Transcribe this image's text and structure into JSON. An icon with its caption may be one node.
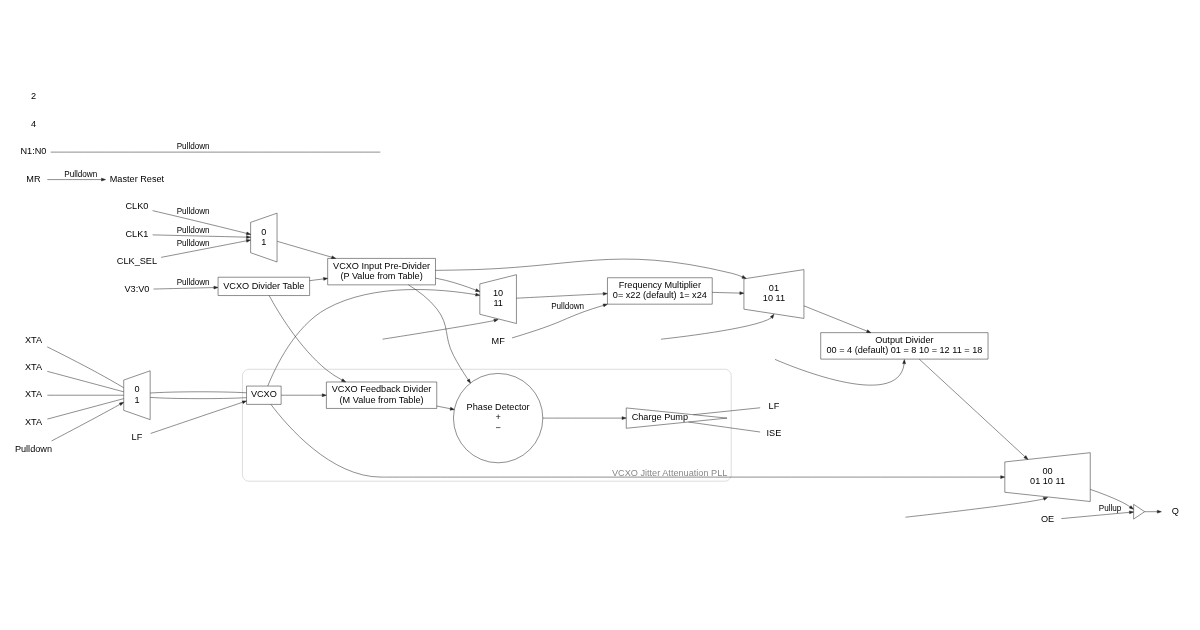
{
  "diagram": {
    "nodes": [
      {
        "text": [
          "CLK0"
        ]
      },
      {
        "text": [
          "CLK1"
        ]
      },
      {
        "text": [
          "CLK_SEL"
        ]
      },
      {
        "text": [
          "V3:V0"
        ]
      },
      {
        "text": [
          "MR"
        ]
      },
      {
        "text": [
          "MF"
        ]
      },
      {
        "text": [
          "N1:N0"
        ]
      },
      {
        "text": [
          "0",
          "1"
        ]
      },
      {
        "text": [
          "VCXO Input Pre-Divider",
          "(P Value from Table)"
        ]
      },
      {
        "text": [
          "VCXO Divider Table"
        ]
      },
      {
        "text": [
          "VCXO Jitter Attenuation PLL"
        ]
      },
      {
        "text": [
          "Phase Detector",
          "+",
          "−"
        ],
        "in": 10
      },
      {
        "text": [
          "Charge Pump"
        ],
        "in": 10
      },
      {
        "text": [
          "VCXO"
        ],
        "in": 10
      },
      {
        "text": [
          "VCXO Feedback Divider",
          "(M Value from Table)"
        ],
        "in": 10
      },
      {
        "text": [
          "0",
          "1"
        ]
      },
      {
        "text": [
          "ISE"
        ]
      },
      {
        "text": [
          "LF"
        ]
      },
      {
        "text": [
          "LF"
        ]
      },
      {
        "text": [
          "XTA"
        ]
      },
      {
        "text": [
          "XTA"
        ]
      },
      {
        "text": [
          "XTA"
        ]
      },
      {
        "text": [
          "XTA"
        ]
      },
      {
        "text": [
          "Pulldown"
        ]
      },
      {
        "text": [
          "10",
          "11"
        ]
      },
      {
        "text": [
          "Frequency Multiplier",
          "0= x22 (default) 1= x24"
        ]
      },
      {
        "text": [
          "01",
          "10 11"
        ]
      },
      {
        "text": [
          "Output Divider",
          "00 = 4 (default) 01 = 8 10 = 12 11 = 18"
        ]
      },
      {
        "text": [
          "00",
          "01 10 11"
        ]
      },
      {
        "text": [],
        "shape": "triangle"
      },
      {
        "text": [
          "Q"
        ]
      },
      {
        "text": [
          "OE"
        ]
      },
      {
        "text": [
          "Master Reset"
        ]
      }
    ],
    "edges": [
      {
        "from": 0,
        "to": 7,
        "arrow": "to",
        "label": "Pulldown"
      },
      {
        "from": 1,
        "to": 7,
        "arrow": "to",
        "label": "Pulldown"
      },
      {
        "from": 2,
        "to": 7,
        "arrow": "to",
        "label": "Pulldown"
      },
      {
        "from": 3,
        "to": 9,
        "arrow": "to",
        "label": "Pulldown"
      },
      {
        "from": 7,
        "to": 8,
        "arrow": "to"
      },
      {
        "from": 9,
        "to": 8,
        "arrow": "to"
      },
      {
        "from": 9,
        "to": 14,
        "arrow": "to"
      },
      {
        "from": 8,
        "to": 11,
        "arrow": "to"
      },
      {
        "from": 11,
        "to": 12,
        "arrow": "to"
      },
      {
        "from": 12,
        "to": 16,
        "arrow": "none"
      },
      {
        "from": 12,
        "to": 17,
        "arrow": "none"
      },
      {
        "from": 18,
        "to": 13,
        "arrow": "to"
      },
      {
        "from": 19,
        "to": 15,
        "arrow": "none"
      },
      {
        "from": 20,
        "to": 15,
        "arrow": "none"
      },
      {
        "from": 21,
        "to": 15,
        "arrow": "none"
      },
      {
        "from": 22,
        "to": 15,
        "arrow": "none"
      },
      {
        "from": 23,
        "to": 15,
        "arrow": "to"
      },
      {
        "from": 15,
        "to": 13,
        "arrow": "none"
      },
      {
        "from": 15,
        "to": 13,
        "arrow": "none"
      },
      {
        "from": 13,
        "to": 14,
        "arrow": "to"
      },
      {
        "from": 14,
        "to": 11,
        "arrow": "to"
      },
      {
        "from": 8,
        "to": 24,
        "arrow": "to"
      },
      {
        "from": 8,
        "to": 26,
        "arrow": "to"
      },
      {
        "from": 13,
        "to": 24,
        "arrow": "to"
      },
      {
        "from": 13,
        "to": 28,
        "arrow": "to"
      },
      {
        "from": 24,
        "to": 25,
        "arrow": "to"
      },
      {
        "from": 25,
        "to": 26,
        "arrow": "to"
      },
      {
        "from": 26,
        "to": 27,
        "arrow": "to"
      },
      {
        "from": 27,
        "to": 28,
        "arrow": "to"
      },
      {
        "from": 28,
        "to": 29,
        "arrow": "to"
      },
      {
        "from": 29,
        "to": 30,
        "arrow": "to"
      },
      {
        "from": 31,
        "to": 29,
        "arrow": "to",
        "label": "Pullup"
      },
      {
        "from": 4,
        "to": 32,
        "arrow": "to",
        "label": "Pulldown"
      },
      {
        "from": 5,
        "to": 25,
        "arrow": "to",
        "label": "Pulldown"
      },
      {
        "from": 6,
        "to": null,
        "arrow": "none",
        "label": "Pulldown"
      },
      {
        "from": null,
        "to": 24,
        "arrow": "to"
      },
      {
        "from": null,
        "to": 26,
        "arrow": "to"
      },
      {
        "from": null,
        "to": 27,
        "arrow": "to"
      },
      {
        "from": null,
        "to": 28,
        "arrow": "to"
      }
    ],
    "labels": [
      "4",
      "2"
    ]
  }
}
